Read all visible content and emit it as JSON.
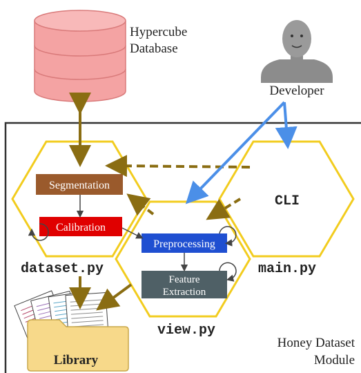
{
  "database": {
    "label_line1": "Hypercube",
    "label_line2": "Database",
    "color": "#f4a3a3"
  },
  "developer": {
    "label": "Developer"
  },
  "module": {
    "label_line1": "Honey Dataset",
    "label_line2": "Module"
  },
  "hexagons": {
    "dataset": {
      "label": "dataset.py"
    },
    "view": {
      "label": "view.py"
    },
    "main": {
      "label": "main.py",
      "inner": "CLI"
    }
  },
  "boxes": {
    "segmentation": {
      "label": "Segmentation",
      "color": "#9a5a2c"
    },
    "calibration": {
      "label": "Calibration",
      "color": "#e00000"
    },
    "preprocessing": {
      "label": "Preprocessing",
      "color": "#1f4fd1"
    },
    "feature": {
      "label_line1": "Feature",
      "label_line2": "Extraction",
      "color": "#4f6066"
    }
  },
  "library": {
    "label": "Library"
  },
  "colors": {
    "olive": "#8a6d12",
    "blue": "#4b8fe8",
    "hex_border": "#f2cc1e"
  }
}
